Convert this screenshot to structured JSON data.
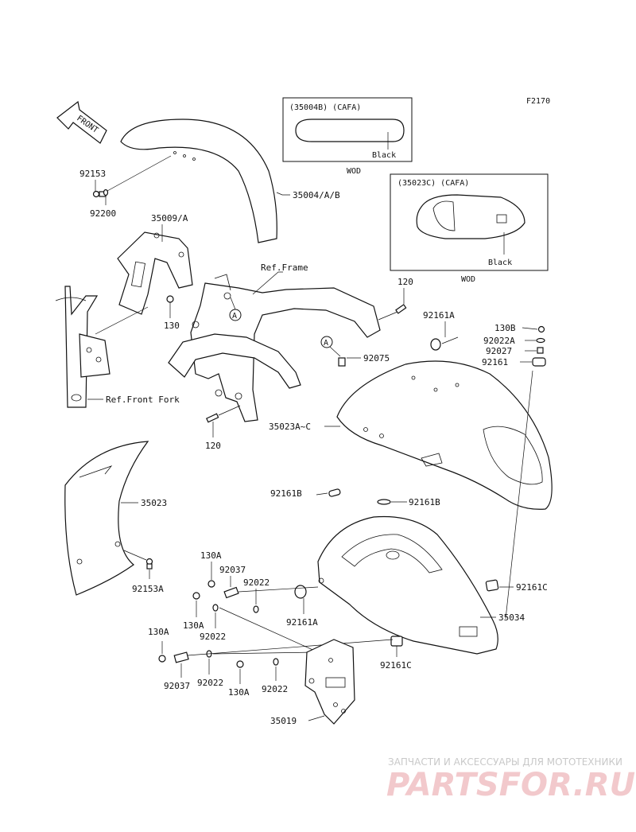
{
  "figure_code": "F2170",
  "front_arrow_label": "FRONT",
  "ref_labels": {
    "frame": "Ref.Frame",
    "front_fork": "Ref.Front Fork"
  },
  "callout_marker": "A",
  "inset_front": {
    "header": "(35004B) (CAFA)",
    "color": "Black",
    "caption": "WOD"
  },
  "inset_rear": {
    "header": "(35023C) (CAFA)",
    "color": "Black",
    "caption": "WOD"
  },
  "parts": {
    "p92153": "92153",
    "p92200": "92200",
    "p35004": "35004/A/B",
    "p35009": "35009/A",
    "p130": "130",
    "p120a": "120",
    "p120b": "120",
    "p92161A_top": "92161A",
    "p130B": "130B",
    "p92022A": "92022A",
    "p92027": "92027",
    "p92161": "92161",
    "p92075": "92075",
    "p35023AC": "35023A~C",
    "p35023": "35023",
    "p92161B_l": "92161B",
    "p92161B_r": "92161B",
    "p92153A": "92153A",
    "p130A_1": "130A",
    "p92037_1": "92037",
    "p92022_1": "92022",
    "p130A_2": "130A",
    "p92022_2": "92022",
    "p92161A_b": "92161A",
    "p92161C_r": "92161C",
    "p35034": "35034",
    "p130A_3": "130A",
    "p92161C_b": "92161C",
    "p92037_2": "92037",
    "p92022_3": "92022",
    "p130A_4": "130A",
    "p92022_4": "92022",
    "p35019": "35019"
  },
  "watermark": {
    "tagline": "ЗАПЧАСТИ И АКСЕССУАРЫ ДЛЯ МОТОТЕХНИКИ",
    "brand": "PARTSFOR.RU"
  }
}
